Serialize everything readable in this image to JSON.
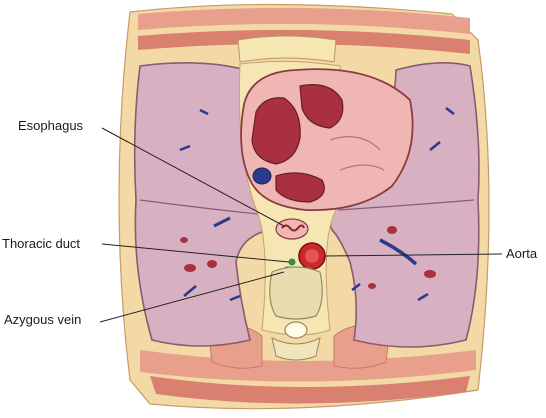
{
  "labels": {
    "esophagus": "Esophagus",
    "thoracic_duct": "Thoracic duct",
    "azygous_vein": "Azygous vein",
    "aorta": "Aorta"
  },
  "colors": {
    "skin_muscle": "#e8a08c",
    "muscle_dark": "#d98070",
    "fat": "#f5e6b4",
    "lung": "#d7b0c2",
    "lung_outline": "#8c5a6c",
    "heart": "#f0b6b4",
    "heart_chamber": "#a83040",
    "aorta": "#cc2a2a",
    "vein": "#2a3a8c",
    "duct": "#3a8a4a",
    "vertebra": "#e8dcb0",
    "leader_line": "#222222"
  }
}
